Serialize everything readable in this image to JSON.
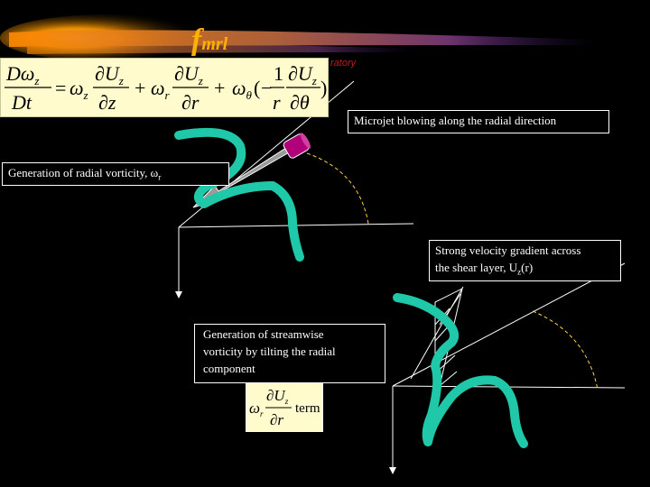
{
  "logo": {
    "letter": "f",
    "subscript": "mrl",
    "tagline_fragment": "ratory"
  },
  "equation": {
    "lhs_numerator": "Dω",
    "lhs_numerator_sub": "z",
    "lhs_denominator": "Dt",
    "term1_coeff": "ω",
    "term1_coeff_sub": "z",
    "term1_numerator": "∂U",
    "term1_numerator_sub": "z",
    "term1_denominator": "∂z",
    "term2_coeff": "ω",
    "term2_coeff_sub": "r",
    "term2_numerator": "∂U",
    "term2_numerator_sub": "z",
    "term2_denominator": "∂r",
    "term3_coeff": "ω",
    "term3_coeff_sub": "θ",
    "term3_frac1_num": "1",
    "term3_frac1_den": "r",
    "term3_frac2_num": "∂U",
    "term3_frac2_num_sub": "z",
    "term3_frac2_den": "∂θ"
  },
  "labels": {
    "microjet": "Microjet blowing along the radial direction",
    "radial_vorticity": "Generation of radial vorticity, ω",
    "radial_vorticity_sub": "r",
    "velocity_gradient_line1": "Strong velocity gradient across",
    "velocity_gradient_line2": "the shear layer, U",
    "velocity_gradient_sub": "z",
    "velocity_gradient_tail": "(r)",
    "streamwise_line1": "Generation of streamwise",
    "streamwise_line2": "vorticity by tilting the radial",
    "streamwise_line3": "component"
  },
  "term": {
    "coeff": "ω",
    "coeff_sub": "r",
    "numerator": "∂U",
    "numerator_sub": "z",
    "denominator": "∂r",
    "suffix": "term"
  },
  "colors": {
    "background": "#000000",
    "vortex": "#1fc8a8",
    "jet_nozzle": "#b0007a",
    "jet_arrow": "#9a9a9a",
    "equation_bg": "#fffbcc",
    "logo": "#ffb000",
    "dashed_arc": "#ffd24a",
    "lines": "#ffffff"
  }
}
